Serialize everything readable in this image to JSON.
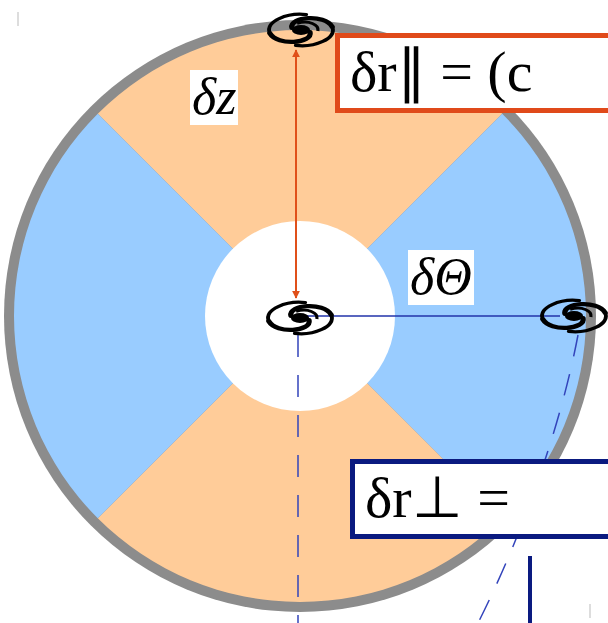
{
  "diagram": {
    "nodes": [
      {
        "text": [
          "δr∥ = (c"
        ]
      },
      {
        "text": [
          "δr⊥ ="
        ]
      }
    ],
    "labels": [
      "δz",
      "δΘ"
    ]
  }
}
